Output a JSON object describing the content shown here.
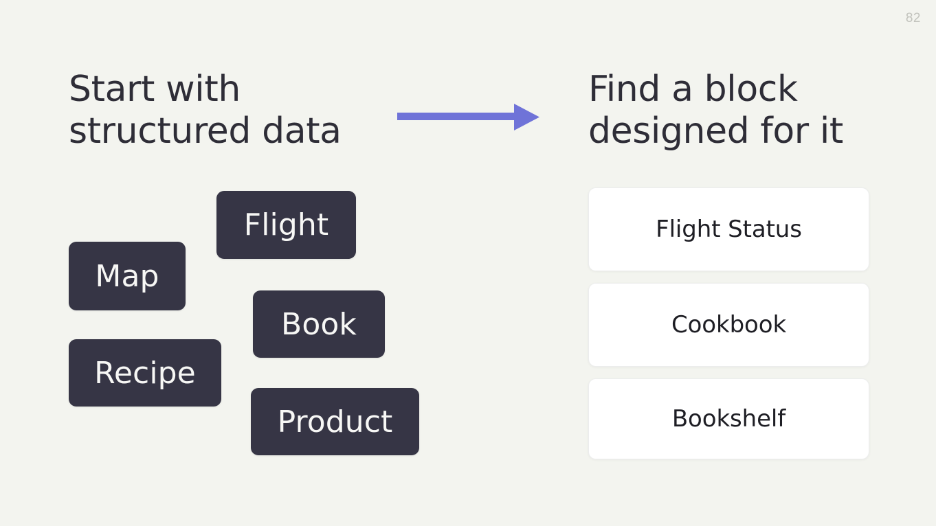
{
  "slide": {
    "page_number": "82",
    "background_color": "#f3f4ef"
  },
  "left_panel": {
    "heading": "Start with\nstructured data",
    "heading_color": "#2e2d37",
    "chips": [
      {
        "label": "Flight",
        "name": "chip-flight"
      },
      {
        "label": "Map",
        "name": "chip-map"
      },
      {
        "label": "Book",
        "name": "chip-book"
      },
      {
        "label": "Recipe",
        "name": "chip-recipe"
      },
      {
        "label": "Product",
        "name": "chip-product"
      }
    ],
    "chip_background_color": "#363545",
    "chip_text_color": "#f7f7f5"
  },
  "arrow": {
    "name": "right-arrow-icon",
    "color": "#6f73d8",
    "direction": "right"
  },
  "right_panel": {
    "heading": "Find a block\ndesigned for it",
    "heading_color": "#2e2d37",
    "cards": [
      {
        "label": "Flight Status",
        "name": "card-flight-status"
      },
      {
        "label": "Cookbook",
        "name": "card-cookbook"
      },
      {
        "label": "Bookshelf",
        "name": "card-bookshelf"
      }
    ],
    "card_background_color": "#ffffff",
    "card_border_color": "#eceded",
    "card_text_color": "#1e1e24"
  }
}
